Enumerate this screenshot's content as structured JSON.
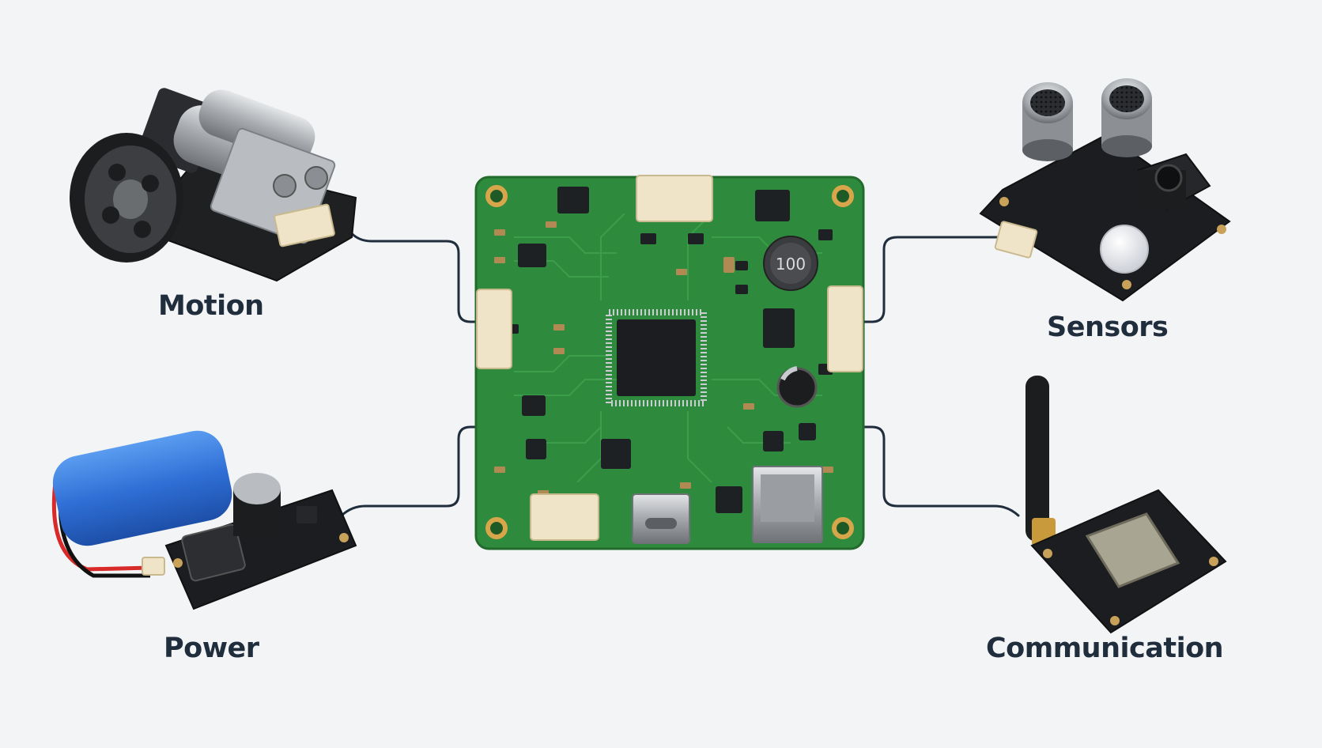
{
  "modules": [
    {
      "id": "motion",
      "label": "Motion"
    },
    {
      "id": "power",
      "label": "Power"
    },
    {
      "id": "sensors",
      "label": "Sensors"
    },
    {
      "id": "communication",
      "label": "Communication"
    }
  ],
  "board": {
    "inductor_marking": "100"
  },
  "colors": {
    "background": "#f3f4f6",
    "pcb": "#2e8a3c",
    "connector_line": "#1f2d3d",
    "label_text": "#1f2d3d",
    "battery": "#2f6fd6"
  }
}
